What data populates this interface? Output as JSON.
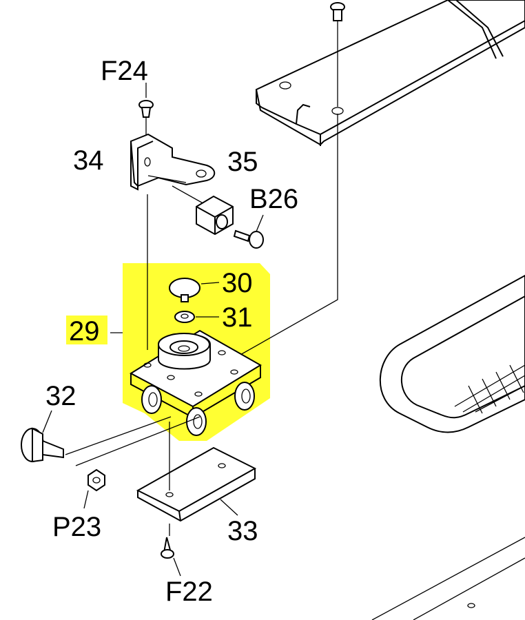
{
  "diagram": {
    "highlight_color": "#FFFF33",
    "labels": {
      "f24": "F24",
      "p34": "34",
      "p35": "35",
      "b26": "B26",
      "p30": "30",
      "p31": "31",
      "p29": "29",
      "p32": "32",
      "p23": "P23",
      "p33": "33",
      "f22": "F22"
    }
  }
}
